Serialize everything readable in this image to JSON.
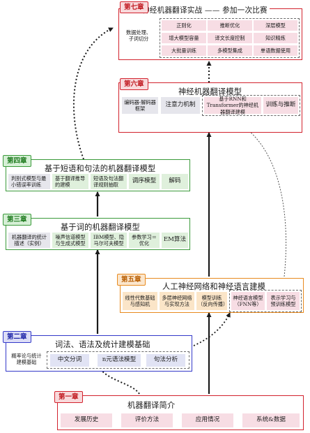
{
  "ch7": {
    "tag": "第七章",
    "title": "神经机器翻译实战 —— 参加一次比赛",
    "side": "数据处理、\n子词切分",
    "cells": [
      "正则化",
      "推断优化",
      "深层模型",
      "增大模型容量",
      "译文长度控制",
      "知识精炼",
      "大批量训练",
      "多模型集成",
      "单语数据使用"
    ]
  },
  "ch6": {
    "tag": "第六章",
    "title": "神经机器翻译模型",
    "cells": [
      "编码器-解码器框架",
      "注意力机制",
      "基于RNN和Transformer的神经机器翻译建模",
      "训练与推断"
    ]
  },
  "ch4": {
    "tag": "第四章",
    "title": "基于短语和句法的机器翻译模型",
    "cells": [
      "判别式模型与最小错误率训练",
      "基于翻译推导的建模",
      "短语及句法翻译规则抽取",
      "调序模型",
      "解码"
    ]
  },
  "ch3": {
    "tag": "第三章",
    "title": "基于词的机器翻译模型",
    "cells": [
      "机器翻译的统计描述（实例）",
      "噪声信道模型与生成式模型",
      "IBM模型、隐马尔可夫模型",
      "参数学习＝优化",
      "EM算法"
    ]
  },
  "ch5": {
    "tag": "第五章",
    "title": "人工神经网络和神经语言建模",
    "cells": [
      "线性代数基础与感知机",
      "多层神经网络与实现方法",
      "模型训练（反向传播）",
      "神经语言模型（FNN等）",
      "表示学习与预训练模型"
    ]
  },
  "ch2": {
    "tag": "第二章",
    "title": "词法、语法及统计建模基础",
    "side": "概率论与统计建模基础",
    "cells": [
      "中文分词",
      "n元语法模型",
      "句法分析"
    ]
  },
  "ch1": {
    "tag": "第一章",
    "title": "机器翻译简介",
    "cells": [
      "发展历史",
      "评价方法",
      "应用情况",
      "系统&数据"
    ]
  },
  "colors": {
    "red": "#d2222d",
    "green": "#3a9a3a",
    "blue": "#3339c9",
    "orange": "#e88a1e",
    "arrow": "#1a1a1a"
  }
}
